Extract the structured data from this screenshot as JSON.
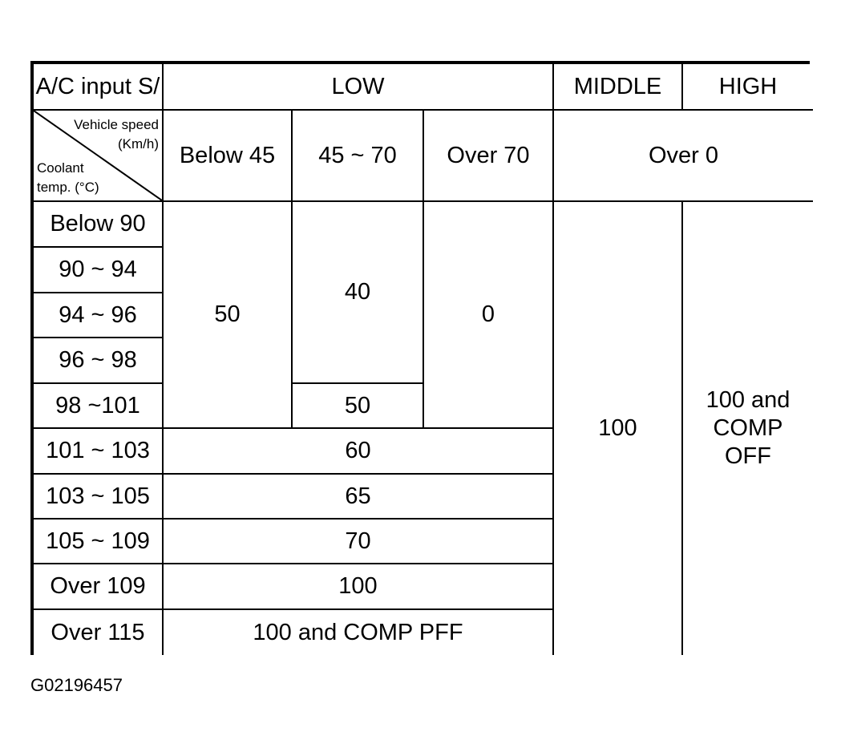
{
  "table": {
    "header_input": "A/C input S/",
    "header_low": "LOW",
    "header_middle": "MIDDLE",
    "header_high": "HIGH",
    "corner_speed_line1": "Vehicle speed",
    "corner_speed_line2": "(Km/h)",
    "corner_temp_line1": "Coolant",
    "corner_temp_line2": "temp. (°C)",
    "speed_below_45": "Below 45",
    "speed_45_70": "45 ~ 70",
    "speed_over_70": "Over 70",
    "speed_over_0": "Over 0",
    "temps": [
      "Below 90",
      "90 ~ 94",
      "94 ~ 96",
      "96 ~ 98",
      "98 ~101",
      "101 ~ 103",
      "103 ~ 105",
      "105 ~ 109",
      "Over 109",
      "Over 115"
    ],
    "low_below45_upper": "50",
    "low_45_70_upper": "40",
    "low_45_70_98_101": "50",
    "low_over70_upper": "0",
    "low_101_103": "60",
    "low_103_105": "65",
    "low_105_109": "70",
    "low_over109": "100",
    "low_over115": "100 and COMP PFF",
    "middle_value": "100",
    "high_value_line1": "100 and",
    "high_value_line2": "COMP",
    "high_value_line3": "OFF"
  },
  "caption": "G02196457"
}
